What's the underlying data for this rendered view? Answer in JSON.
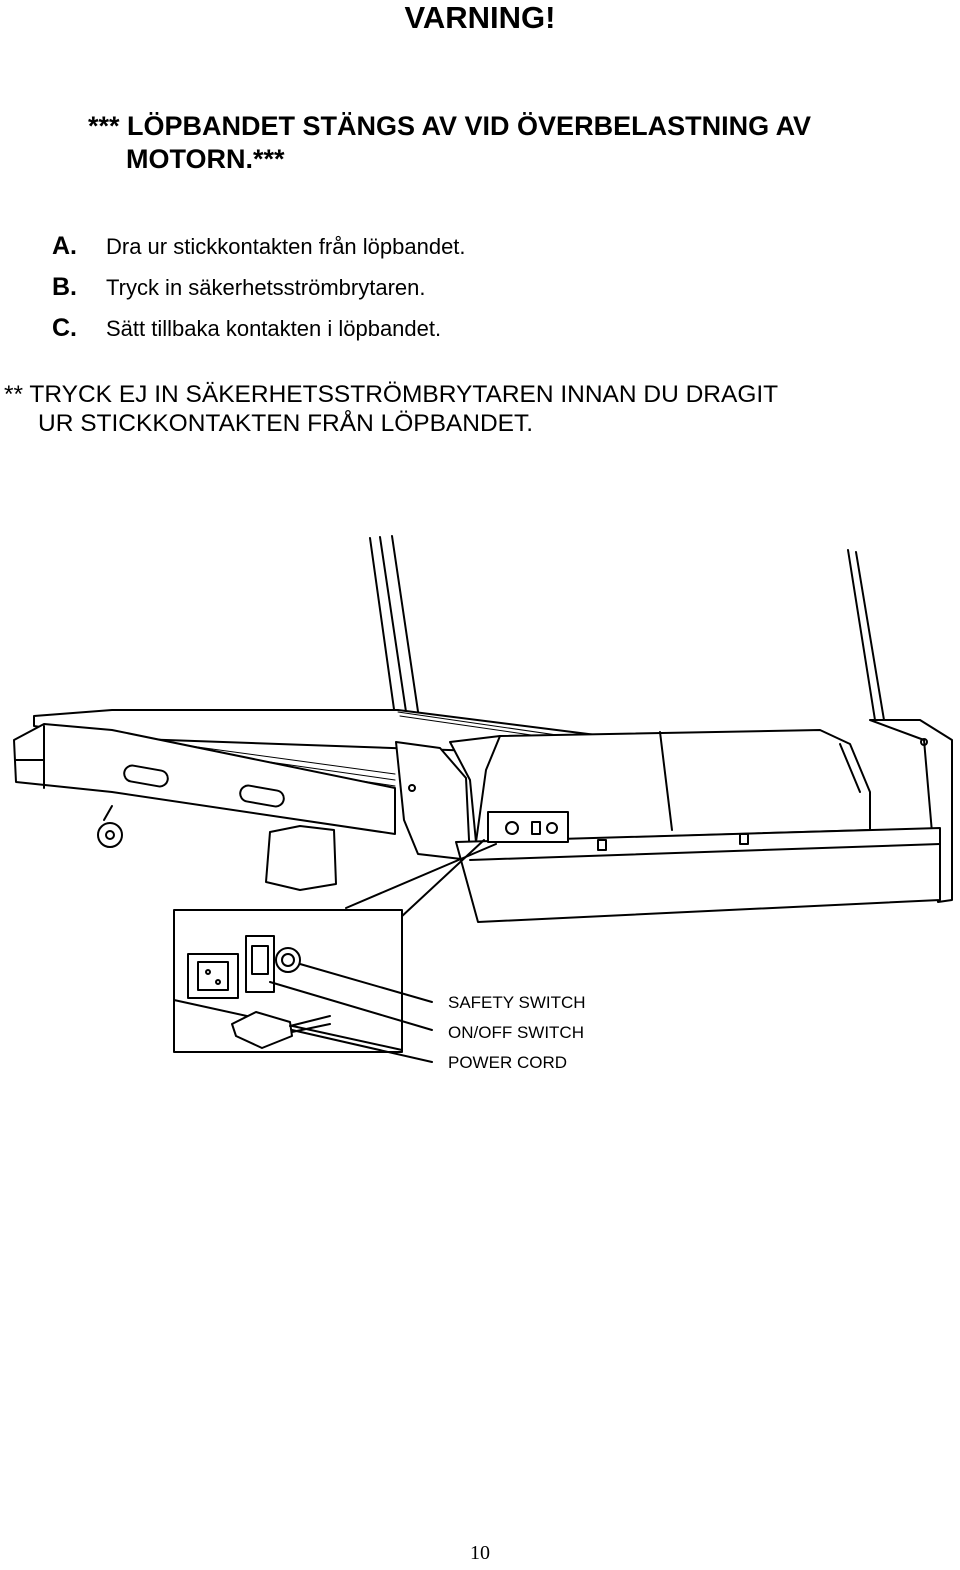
{
  "heading": "VARNING!",
  "warning": {
    "line1": "*** LÖPBANDET STÄNGS AV VID ÖVERBELASTNING AV",
    "line2": "MOTORN.***"
  },
  "steps": [
    {
      "letter": "A.",
      "text": "Dra ur stickkontakten från löpbandet."
    },
    {
      "letter": "B.",
      "text": "Tryck in säkerhetsströmbrytaren."
    },
    {
      "letter": "C.",
      "text": "Sätt tillbaka kontakten i löpbandet."
    }
  ],
  "note": {
    "line1": "** TRYCK EJ IN SÄKERHETSSTRÖMBRYTAREN INNAN DU DRAGIT",
    "line2": "UR STICKKONTAKTEN FRÅN LÖPBANDET."
  },
  "figure": {
    "labels": {
      "safety_switch": "SAFETY SWITCH",
      "onoff_switch": "ON/OFF SWITCH",
      "power_cord": "POWER CORD"
    }
  },
  "page_number": "10"
}
